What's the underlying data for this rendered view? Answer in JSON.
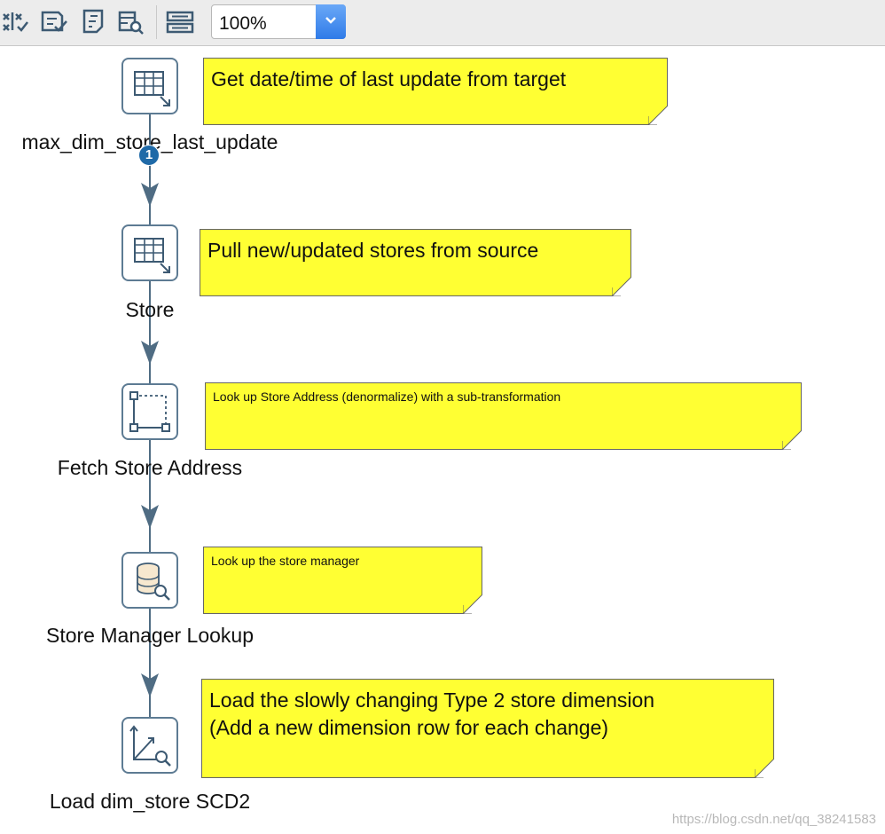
{
  "toolbar": {
    "buttons": [
      {
        "name": "align-distribute-icon"
      },
      {
        "name": "verify-icon"
      },
      {
        "name": "run-script-icon"
      },
      {
        "name": "database-explore-icon"
      },
      {
        "name": "layout-icon"
      }
    ],
    "zoom": {
      "value": "100%",
      "icon": "chevron-down-icon"
    }
  },
  "steps": [
    {
      "label": "max_dim_store_last_update",
      "icon": "table-input-icon"
    },
    {
      "label": "Store",
      "icon": "table-input-icon"
    },
    {
      "label": "Fetch Store Address",
      "icon": "mapping-subtransformation-icon"
    },
    {
      "label": "Store Manager Lookup",
      "icon": "database-lookup-icon"
    },
    {
      "label": "Load dim_store SCD2",
      "icon": "dimension-lookup-update-icon"
    }
  ],
  "badge": "1",
  "notes": [
    {
      "text": "Get date/time of last update from target"
    },
    {
      "text": "Pull new/updated stores from source"
    },
    {
      "text": "Look up Store Address (denormalize) with a sub-transformation"
    },
    {
      "text": "Look up the store manager"
    },
    {
      "text": "Load the slowly changing Type 2 store dimension\n(Add a new dimension row for each change)"
    }
  ],
  "colors": {
    "note": "#ffff33",
    "hop": "#4f6c83",
    "badge": "#1f6aa8",
    "icon_border": "#5d7b93"
  },
  "watermark": "https://blog.csdn.net/qq_38241583"
}
